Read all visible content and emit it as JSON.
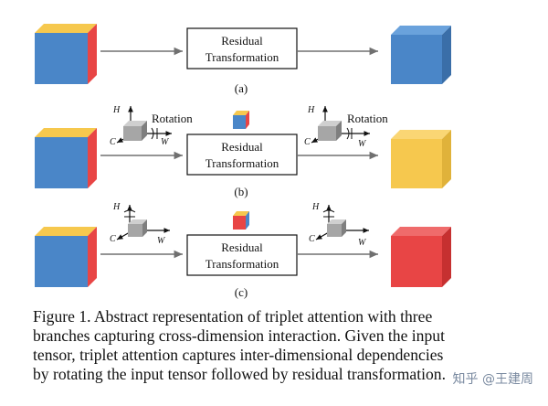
{
  "panels": {
    "a": {
      "box_line1": "Residual",
      "box_line2": "Transformation",
      "label": "(a)"
    },
    "b": {
      "box_line1": "Residual",
      "box_line2": "Transformation",
      "label": "(b)",
      "rotation_left": "Rotation",
      "rotation_right": "Rotation"
    },
    "c": {
      "box_line1": "Residual",
      "box_line2": "Transformation",
      "label": "(c)"
    }
  },
  "axes": {
    "h": "H",
    "c": "C",
    "w": "W"
  },
  "colors": {
    "blue": "#4a86c8",
    "blue_dark": "#3a6ea8",
    "yellow": "#f6c84e",
    "red": "#e84545",
    "red_dark": "#c63030",
    "gray": "#a6a6a6",
    "gray_light": "#cfcfcf",
    "gray_dark": "#7f7f7f"
  },
  "caption": {
    "line1": "Figure 1. Abstract representation of triplet attention with three",
    "line2": "branches capturing cross-dimension interaction.  Given the input",
    "line3": "tensor, triplet attention captures inter-dimensional dependencies",
    "line4": "by rotating the input tensor followed by residual transformation."
  },
  "watermark": "知乎 @王建周"
}
